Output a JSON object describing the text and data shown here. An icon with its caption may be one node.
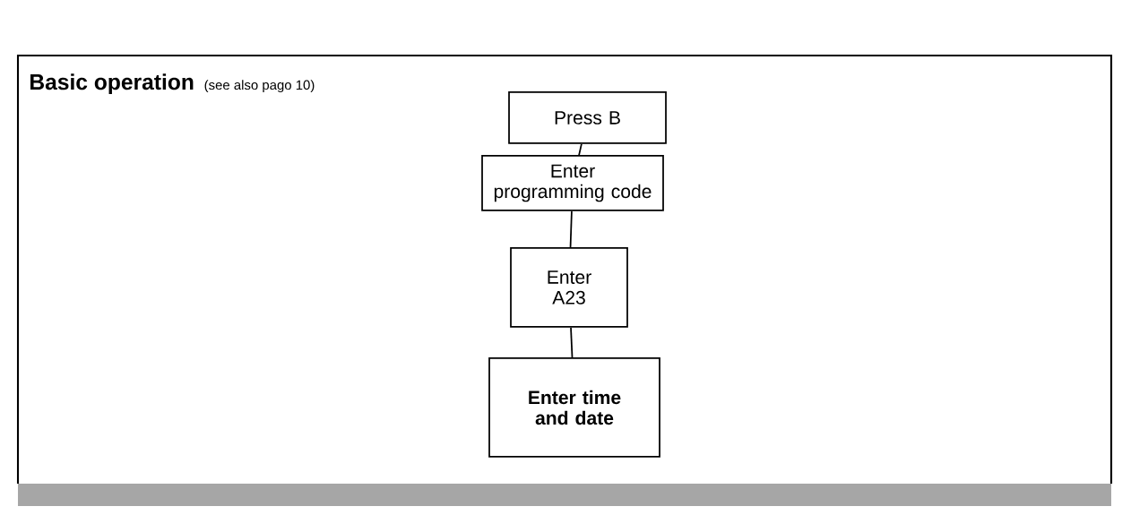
{
  "diagram": {
    "title": "Basic operation",
    "nodes": [
      {
        "text": [
          "Press B"
        ]
      },
      {
        "text": [
          "Enter programming code"
        ]
      },
      {
        "text": [
          "Enter A23"
        ]
      },
      {
        "text": [
          "Enter time and date"
        ]
      }
    ],
    "edges": [
      {
        "from": 0,
        "to": 1,
        "arrow": "none"
      },
      {
        "from": 1,
        "to": 2,
        "arrow": "none"
      },
      {
        "from": 2,
        "to": 3,
        "arrow": "none"
      }
    ],
    "labels": [
      "(see also pago 10)"
    ]
  }
}
